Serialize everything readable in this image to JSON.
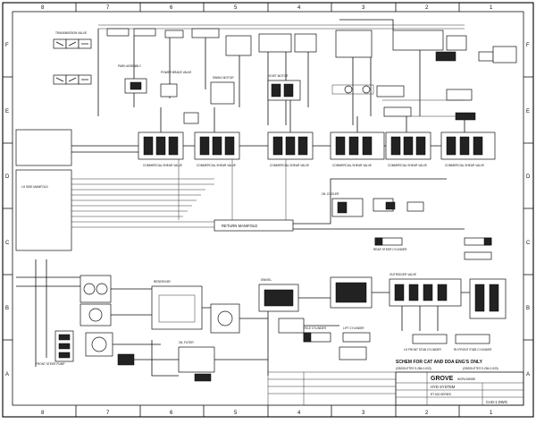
{
  "frame": {
    "zones_top": [
      "8",
      "7",
      "6",
      "5",
      "4",
      "3",
      "2",
      "1"
    ],
    "zones_bottom": [
      "8",
      "7",
      "6",
      "5",
      "4",
      "3",
      "2",
      "1"
    ],
    "zones_left": [
      "F",
      "E",
      "D",
      "C",
      "B",
      "A"
    ],
    "zones_right": [
      "F",
      "E",
      "D",
      "C",
      "B",
      "A"
    ]
  },
  "labels": {
    "return_manifold": "RETURN MANIFOLD",
    "manifold_left": "LH SIDE MANIFOLD",
    "pump_assy": "FRONT STEER PUMP",
    "reservoir": "RESERVOIR",
    "filter": "OIL FILTER",
    "oil_cooler": "OIL COOLER",
    "swivel": "SWIVEL",
    "valve_a": "COMMERCIAL SHEAR VALVE",
    "valve_b": "COMMERCIAL SHEAR VALVE",
    "valve_c": "COMMERCIAL SHEAR VALVE",
    "valve_d": "COMMERCIAL SHEAR VALVE",
    "valve_e": "COMMERCIAL SHEAR VALVE",
    "valve_f": "COMMERCIAL SHEAR VALVE",
    "transmission_valve": "TRANSMISSION VALVE",
    "park_assembly": "PARK ASSEMBLY",
    "brake_valve": "POWER BRAKE VALVE",
    "swing_motor": "SWING MOTOR",
    "hoist_motor": "HOIST MOTOR",
    "rear_steer": "REAR STEER CYLINDER",
    "outrigger": "OUTRIGGER VALVE",
    "tele_cylinder": "TELE CYLINDER",
    "lift_cylinder": "LIFT CYLINDER",
    "lh_front_cyl": "LH FRONT STAB CYLINDER",
    "rh_front_cyl": "RH FRONT STAB CYLINDER"
  },
  "notes": {
    "schem_note": "SCHEM FOR CAT AND DDA ENG'S ONLY",
    "obsolete_a": "(OBSOLETES 9-284-0-003)",
    "obsolete_b": "(OBSOLETES 9-284-0-003)"
  },
  "title_block": {
    "company": "GROVE",
    "company_suffix": "WORLDWIDE",
    "title": "HYD SYSTEM",
    "subtitle": "RT 600 SERIES",
    "sheet_id": "CAD-1 DWG"
  }
}
